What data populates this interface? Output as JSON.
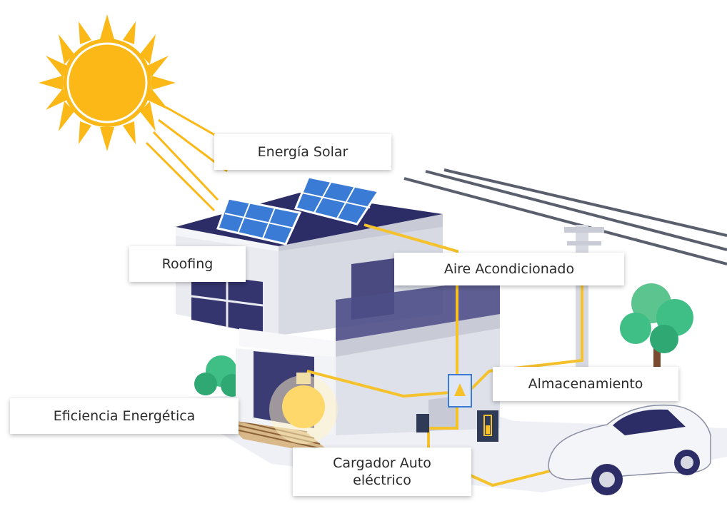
{
  "labels": {
    "solar": "Energía Solar",
    "roofing": "Roofing",
    "aire": "Aire Acondicionado",
    "almacenamiento": "Almacenamiento",
    "eficiencia": "Eficiencia Energética",
    "cargador_line1": "Cargador Auto",
    "cargador_line2": "eléctrico"
  },
  "colors": {
    "sun": "#fbb817",
    "wire": "#f5c22b",
    "wall": "#e4e5ec",
    "roof": "#2c2c66",
    "panel": "#3a7bd5",
    "tree": "#3fbf86",
    "car": "#f4f5f8"
  }
}
